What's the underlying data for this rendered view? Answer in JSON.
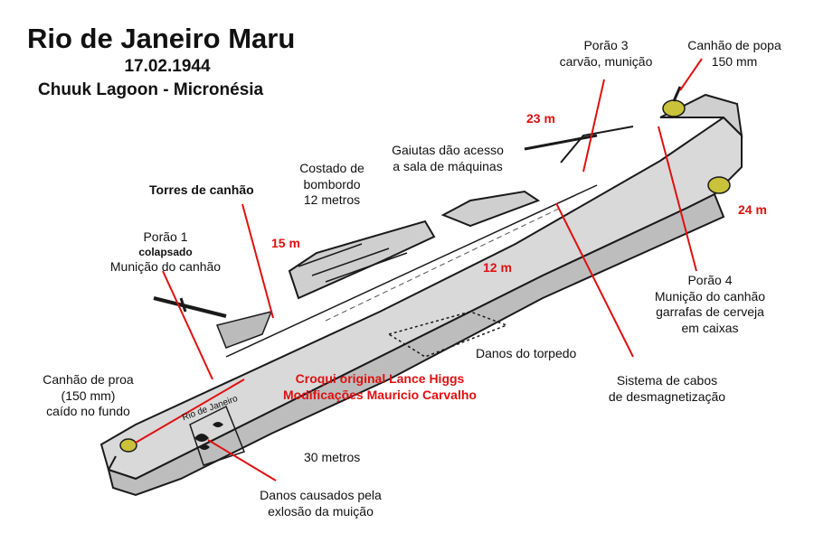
{
  "header": {
    "title": "Rio de Janeiro Maru",
    "date": "17.02.1944",
    "location": "Chuuk Lagoon  - Micronésia"
  },
  "labels": {
    "porao3_line1": "Porão 3",
    "porao3_line2": "carvão, munição",
    "popa_line1": "Canhão de popa",
    "popa_line2": "150 mm",
    "depth_23": "23 m",
    "gaiutas_line1": "Gaiutas dão acesso",
    "gaiutas_line2": "a sala de máquinas",
    "costado_line1": "Costado de",
    "costado_line2": "bombordo",
    "costado_line3": "12 metros",
    "torres": "Torres de canhão",
    "depth_24": "24 m",
    "porao1_line1": "Porão 1",
    "porao1_line2": "colapsado",
    "porao1_line3": "Munição do canhão",
    "depth_15": "15 m",
    "depth_12": "12 m",
    "porao4_line1": "Porão 4",
    "porao4_line2": "Munição do canhão",
    "porao4_line3": "garrafas de cerveja",
    "porao4_line4": "em caixas",
    "torpedo": "Danos do torpedo",
    "proa_line1": "Canhão de proa",
    "proa_line2": "(150 mm)",
    "proa_line3": "caído no fundo",
    "credit_line1": "Croqui original Lance Higgs",
    "credit_line2": "Modificações Mauricio Carvalho",
    "cabos_line1": "Sistema de cabos",
    "cabos_line2": "de desmagnetização",
    "dist_30": "30 metros",
    "danos_line1": "Danos causados pela",
    "danos_line2": "exlosão da muição",
    "ship_name": "Rio de Janeiro"
  },
  "colors": {
    "leader_line": "#e01010",
    "hull_fill": "#d9d9d9",
    "hull_side": "#bdbdbd",
    "outline": "#1a1a1a",
    "gun_yellow": "#c9c23a"
  }
}
